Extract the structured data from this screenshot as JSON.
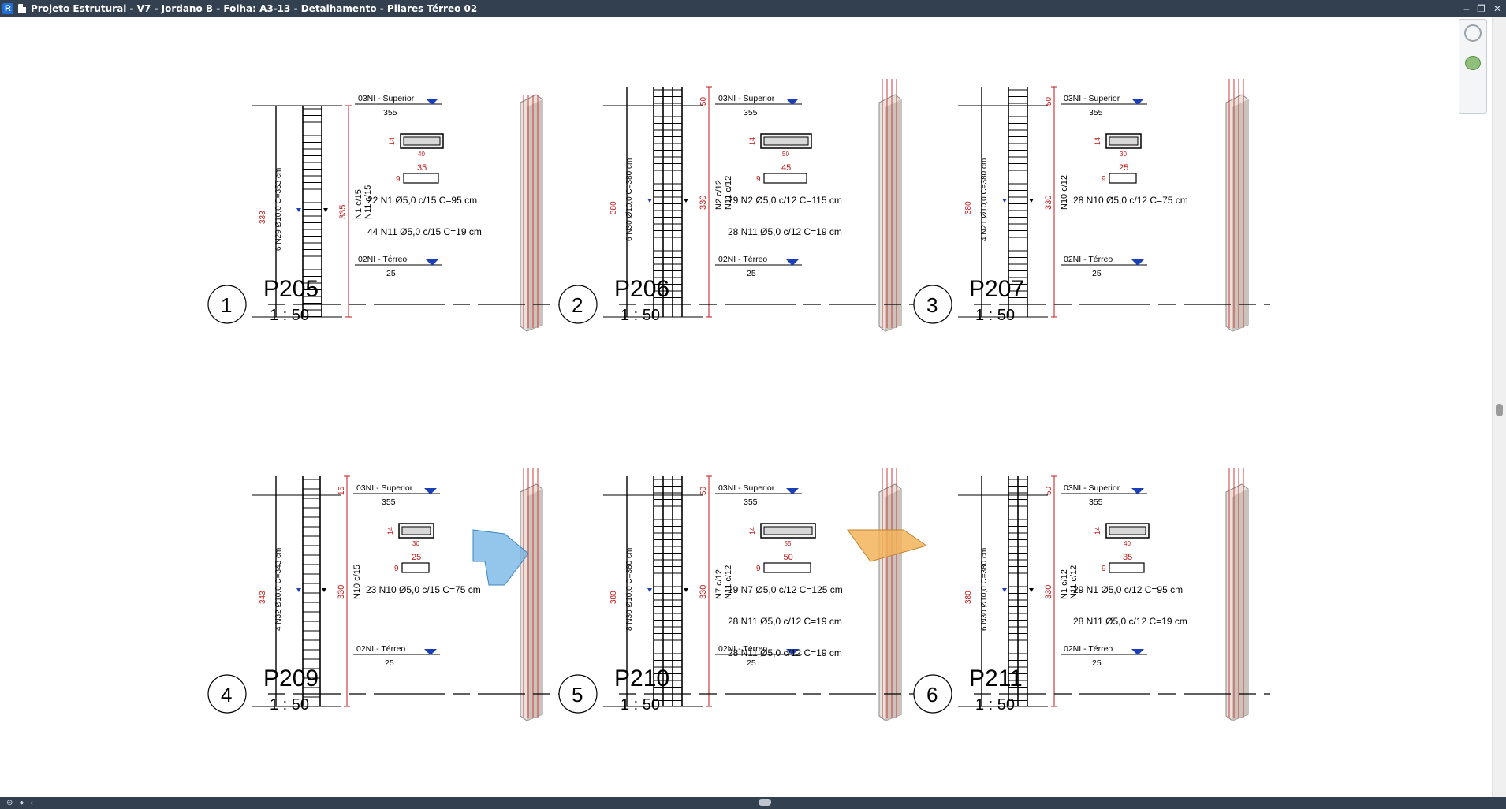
{
  "window": {
    "app_logo": "R",
    "title": "Projeto Estrutural - V7 - Jordano B - Folha: A3-13 - Detalhamento - Pilares Térreo 02",
    "controls": [
      "–",
      "❐",
      "✕"
    ]
  },
  "colors": {
    "titlebar": "#33404f",
    "dimension_red": "#c01818",
    "level_blue": "#1a3fb8",
    "rebar_red": "#d23a3a"
  },
  "views": [
    {
      "number": "1",
      "name": "P205",
      "scale": "1 : 50",
      "top_level": "03NI - Superior",
      "top_value": "355",
      "bottom_level": "02NI - Térreo",
      "bottom_value": "25",
      "long_bar": "6 N29 Ø10,0 C=353 cm",
      "long_len": "333",
      "height_dim": "335",
      "stirrup_label": "N1 c/15",
      "stirrup_label2": "N11 c/15",
      "section_w": "40",
      "section_h": "14",
      "stirrup_a": "35",
      "stirrup_b": "9",
      "notes": [
        "22 N1 Ø5,0 c/15 C=95 cm",
        "44 N11 Ø5,0 c/15 C=19 cm"
      ]
    },
    {
      "number": "2",
      "name": "P206",
      "scale": "1 : 50",
      "top_level": "03NI - Superior",
      "top_value": "355",
      "bottom_level": "02NI - Térreo",
      "bottom_value": "25",
      "long_bar": "6 N30 Ø10,0 C=380 cm",
      "long_len": "380",
      "height_dim": "330",
      "top_dim": "50",
      "stirrup_label": "N2 c/12",
      "stirrup_label2": "N11 c/12",
      "section_w": "50",
      "section_h": "14",
      "stirrup_a": "45",
      "stirrup_b": "9",
      "notes": [
        "29 N2 Ø5,0 c/12 C=115 cm",
        "28 N11 Ø5,0 c/12 C=19 cm"
      ]
    },
    {
      "number": "3",
      "name": "P207",
      "scale": "1 : 50",
      "top_level": "03NI - Superior",
      "top_value": "355",
      "bottom_level": "02NI - Térreo",
      "bottom_value": "25",
      "long_bar": "4 N21 Ø10,0 C=380 cm",
      "long_len": "380",
      "height_dim": "330",
      "top_dim": "50",
      "stirrup_label": "N10 c/12",
      "section_w": "30",
      "section_h": "14",
      "stirrup_a": "25",
      "stirrup_b": "9",
      "notes": [
        "28 N10 Ø5,0 c/12 C=75 cm"
      ]
    },
    {
      "number": "4",
      "name": "P209",
      "scale": "1 : 50",
      "top_level": "03NI - Superior",
      "top_value": "355",
      "bottom_level": "02NI - Térreo",
      "bottom_value": "25",
      "long_bar": "4 N32 Ø10,0 C=343 cm",
      "long_len": "343",
      "height_dim": "330",
      "top_dim": "15",
      "stirrup_label": "N10 c/15",
      "section_w": "30",
      "section_h": "14",
      "stirrup_a": "25",
      "stirrup_b": "9",
      "notes": [
        "23 N10 Ø5,0 c/15 C=75 cm"
      ]
    },
    {
      "number": "5",
      "name": "P210",
      "scale": "1 : 50",
      "top_level": "03NI - Superior",
      "top_value": "355",
      "bottom_level": "02NI - Térreo",
      "bottom_value": "25",
      "long_bar": "8 N30 Ø10,0 C=380 cm",
      "long_len": "380",
      "height_dim": "330",
      "top_dim": "50",
      "stirrup_label": "N7 c/12",
      "stirrup_label2": "N11 c/12",
      "section_w": "55",
      "section_h": "14",
      "stirrup_a": "50",
      "stirrup_b": "9",
      "notes": [
        "29 N7 Ø5,0 c/12 C=125 cm",
        "28 N11 Ø5,0 c/12 C=19 cm",
        "28 N11 Ø5,0 c/12 C=19 cm"
      ]
    },
    {
      "number": "6",
      "name": "P211",
      "scale": "1 : 50",
      "top_level": "03NI - Superior",
      "top_value": "355",
      "bottom_level": "02NI - Térreo",
      "bottom_value": "25",
      "long_bar": "6 N30 Ø10,0 C=380 cm",
      "long_len": "380",
      "height_dim": "330",
      "top_dim": "50",
      "stirrup_label": "N1 c/12",
      "stirrup_label2": "N11 c/12",
      "section_w": "40",
      "section_h": "14",
      "stirrup_a": "35",
      "stirrup_b": "9",
      "notes": [
        "29 N1 Ø5,0 c/12 C=95 cm",
        "28 N11 Ø5,0 c/12 C=19 cm"
      ]
    }
  ]
}
